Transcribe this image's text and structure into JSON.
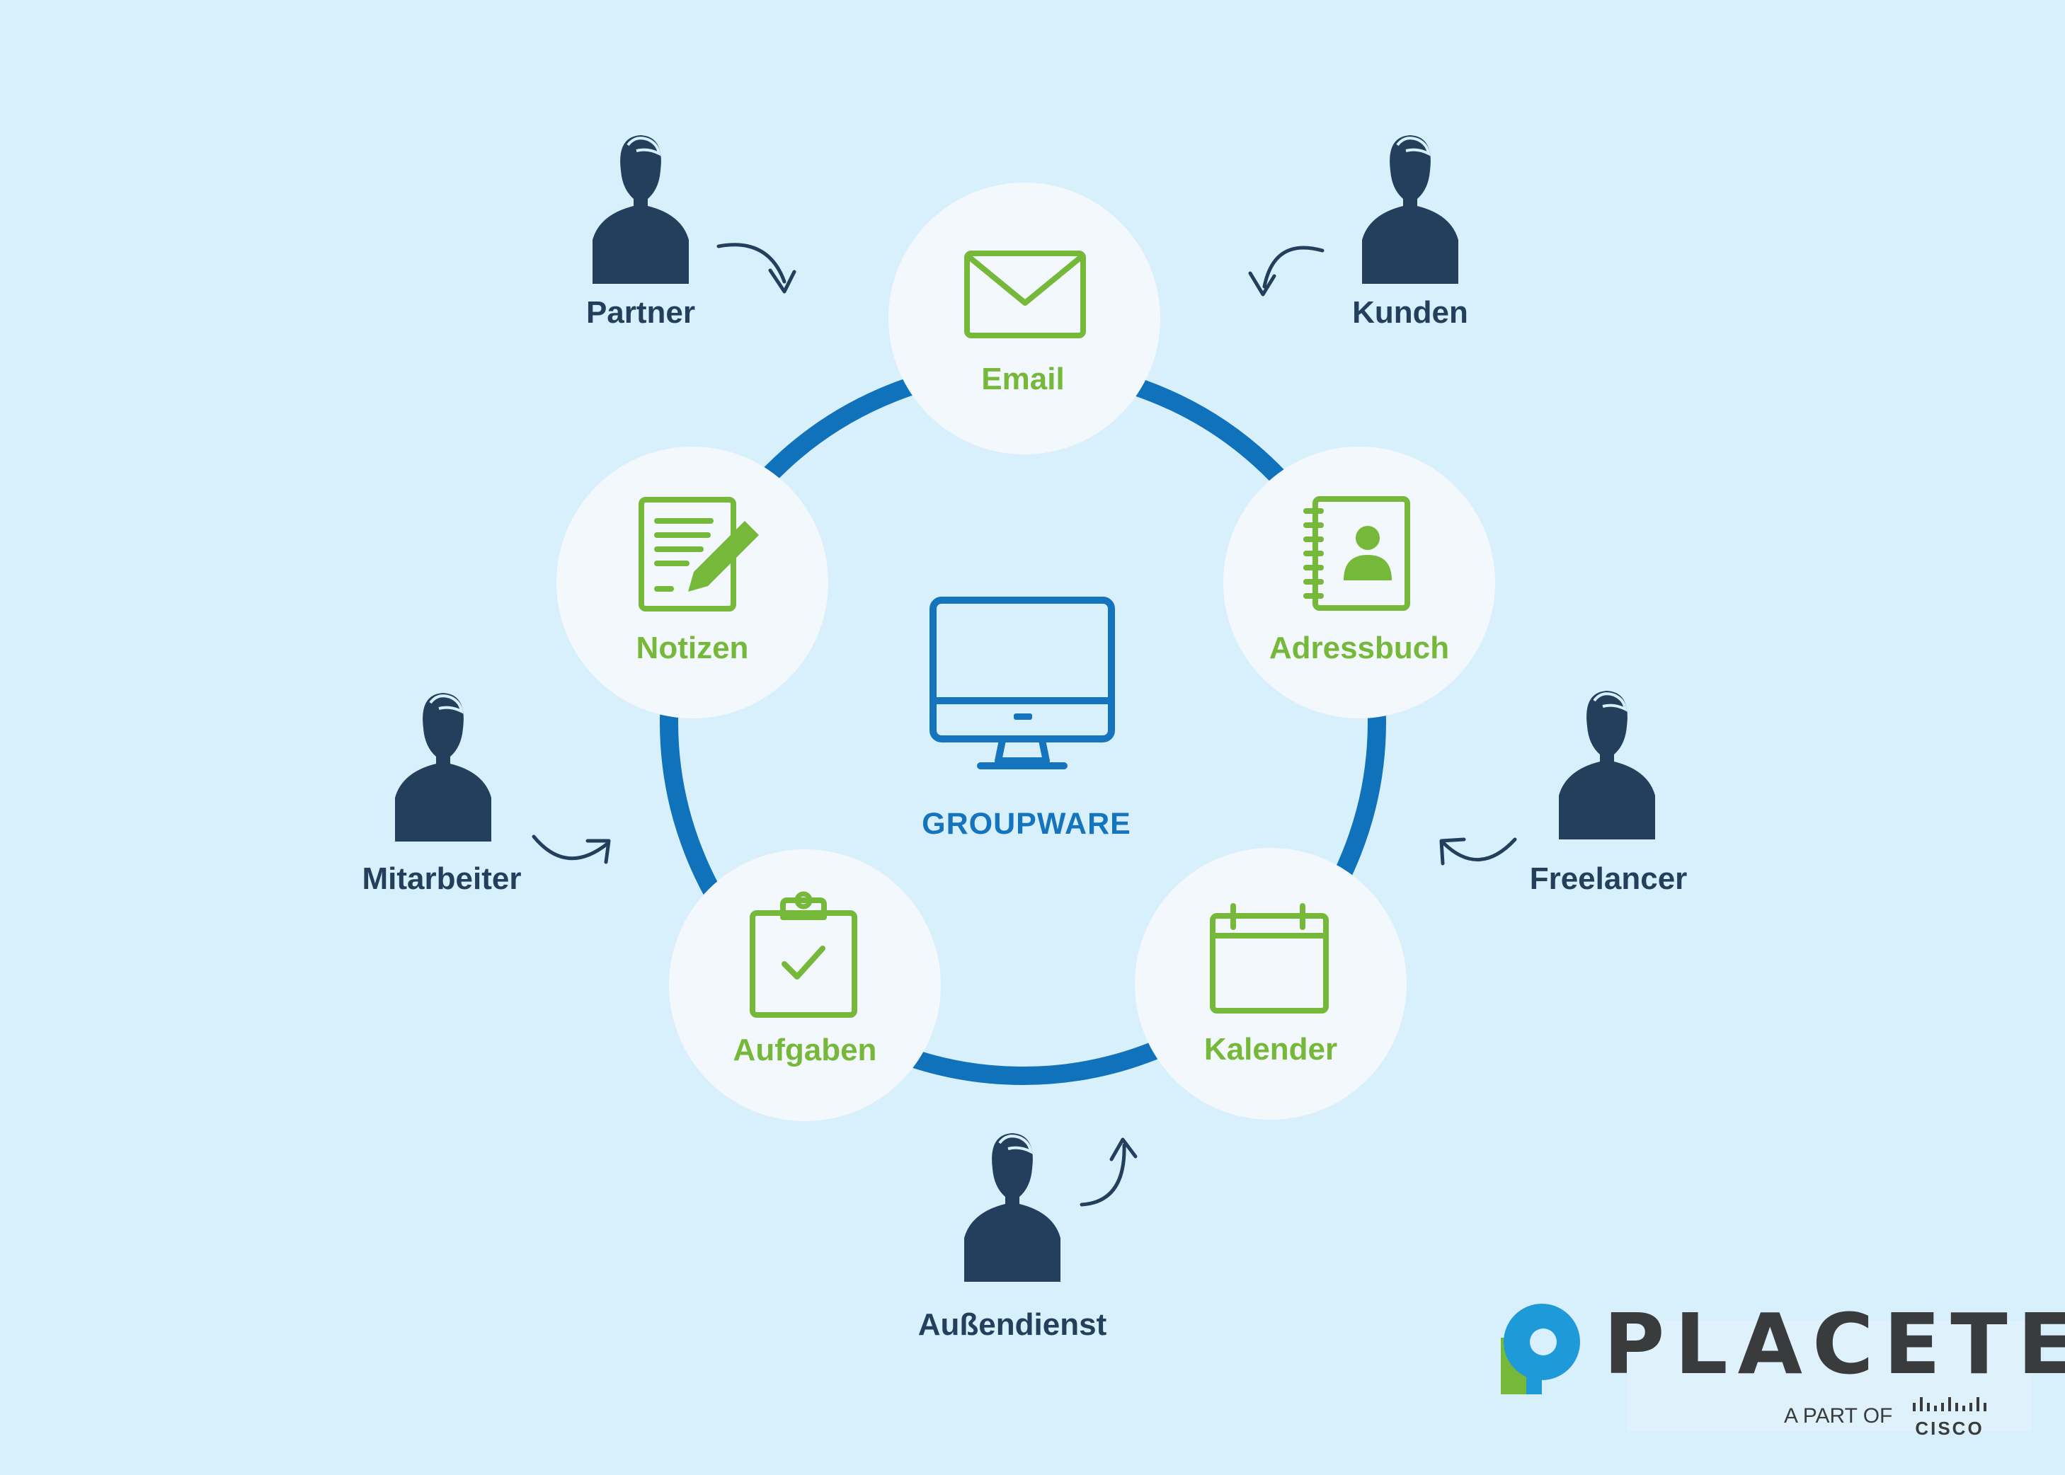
{
  "diagram": {
    "center_label": "GROUPWARE",
    "apps": [
      {
        "label": "Email",
        "icon": "envelope-icon"
      },
      {
        "label": "Adressbuch",
        "icon": "address-book-icon"
      },
      {
        "label": "Kalender",
        "icon": "calendar-icon"
      },
      {
        "label": "Aufgaben",
        "icon": "clipboard-check-icon"
      },
      {
        "label": "Notizen",
        "icon": "notes-pencil-icon"
      }
    ],
    "people": [
      {
        "label": "Partner",
        "icon": "person-icon"
      },
      {
        "label": "Kunden",
        "icon": "person-icon"
      },
      {
        "label": "Mitarbeiter",
        "icon": "person-icon"
      },
      {
        "label": "Freelancer",
        "icon": "person-icon"
      },
      {
        "label": "Außendienst",
        "icon": "person-icon"
      }
    ]
  },
  "logo": {
    "brand": "PLACETEL",
    "tagline": "A PART OF",
    "partner": "CISCO"
  },
  "colors": {
    "background": "#d8effc",
    "ring": "#0f72bb",
    "accent_green": "#76b83a",
    "accent_blue": "#1474be",
    "person": "#243f5c",
    "bubble": "#f3f8fc"
  }
}
